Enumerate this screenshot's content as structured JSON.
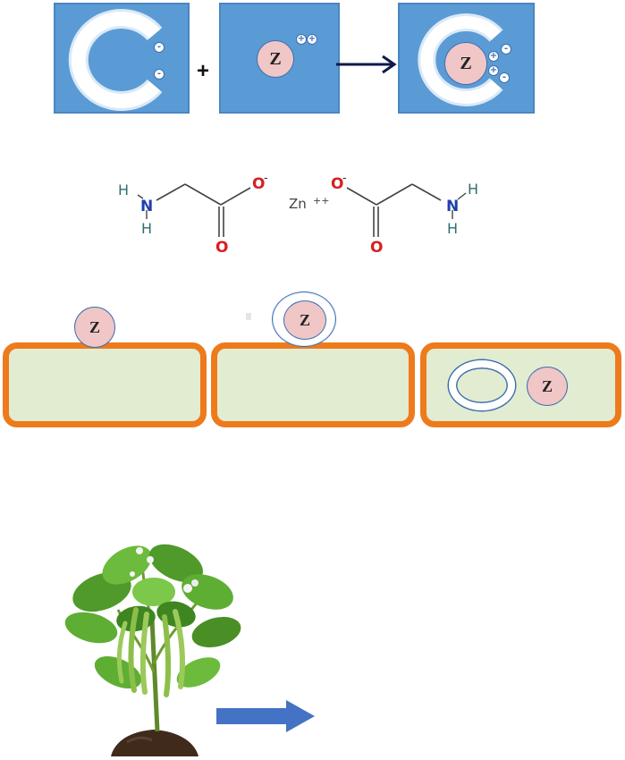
{
  "row1": {
    "plus_symbol": "+",
    "ligand_charge": "-",
    "metal_label": "Z",
    "metal_charges": [
      "+",
      "+"
    ],
    "complex_label": "Z"
  },
  "structure": {
    "left_H_top": "H",
    "left_N": "N",
    "left_H_bottom": "H",
    "left_O_top": "O",
    "left_O_top_charge": "-",
    "left_O_bottom": "O",
    "metal": "Zn",
    "metal_charge": "++",
    "right_O_top": "O",
    "right_O_top_charge": "-",
    "right_O_bottom": "O",
    "right_N": "N",
    "right_H_top": "H",
    "right_H_bottom": "H"
  },
  "cells": {
    "cell1_label": "Z",
    "cell2_label": "Z",
    "cell3_label": "Z"
  },
  "colors": {
    "panel_blue": "#5b9bd5",
    "zinc_pink": "#f0c6c6",
    "cell_border": "#ee7a1c",
    "cell_fill": "#e2ecd0",
    "nitrogen": "#1f3fb0",
    "oxygen": "#d62020",
    "hydrogen": "#2e6e6e",
    "arrow_blue": "#4472c4"
  }
}
